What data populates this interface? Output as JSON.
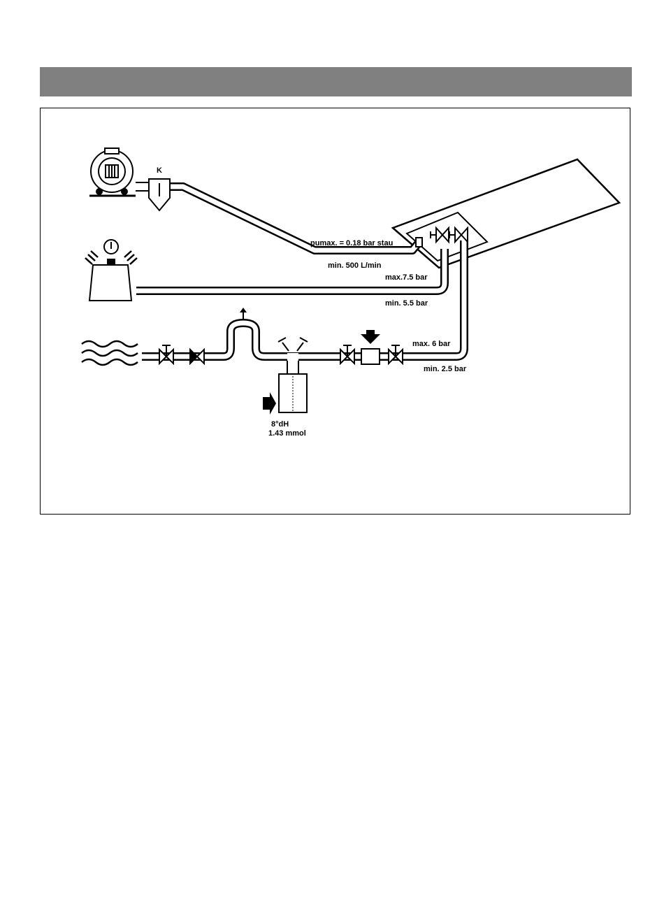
{
  "header": {
    "title": ""
  },
  "labels": {
    "filter": "K",
    "suction_pressure": "pumax. = 0.18 bar stau",
    "suction_flow": "min. 500   L/min",
    "air_max": "max.7.5 bar",
    "air_min": "min. 5.5 bar",
    "water_max": "max. 6 bar",
    "water_min": "min. 2.5 bar",
    "hardness": "8°dH",
    "hardness_mmol": "1.43 mmol"
  },
  "colors": {
    "header_bar": "#808080",
    "ink": "#000000",
    "paper": "#ffffff"
  }
}
